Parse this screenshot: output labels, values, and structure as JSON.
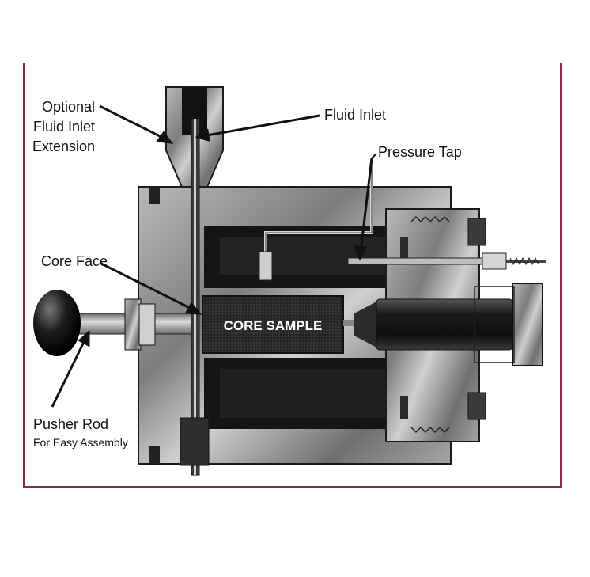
{
  "labels": {
    "optional_line1": "Optional",
    "optional_line2": "Fluid Inlet",
    "optional_line3": "Extension",
    "fluid_inlet": "Fluid Inlet",
    "pressure_tap": "Pressure Tap",
    "core_face": "Core Face",
    "pusher_rod_line1": "Pusher Rod",
    "pusher_rod_line2": "For Easy Assembly",
    "core_sample": "CORE SAMPLE"
  },
  "colors": {
    "frame_border": "#8a2a4a",
    "housing": "#9a9a9a",
    "dark": "#1e1e1e",
    "core": "#2b2b2b"
  }
}
